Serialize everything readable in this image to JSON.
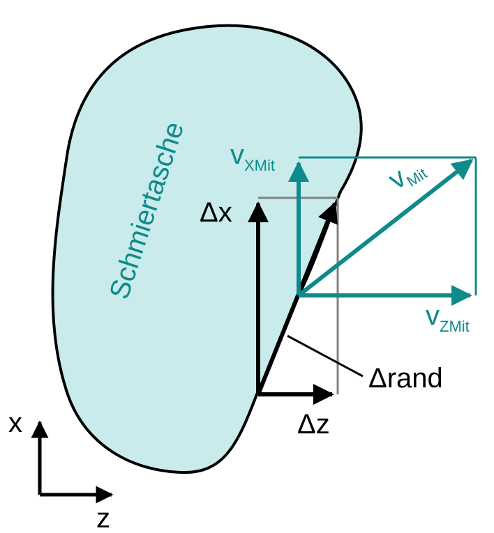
{
  "labels": {
    "pocket": "Schmiertasche",
    "v_x_main": "v",
    "v_x_sub": "XMit",
    "v_mit_main": "v",
    "v_mit_sub": "Mit",
    "v_z_main": "v",
    "v_z_sub": "ZMit",
    "delta_x": "Δx",
    "delta_z": "Δz",
    "delta_rand": "Δrand",
    "axis_x": "x",
    "axis_z": "z"
  },
  "colors": {
    "teal": "#0f8a8a",
    "pocket_fill": "#c9ebeb",
    "outline": "#000000",
    "gray": "#808080"
  }
}
